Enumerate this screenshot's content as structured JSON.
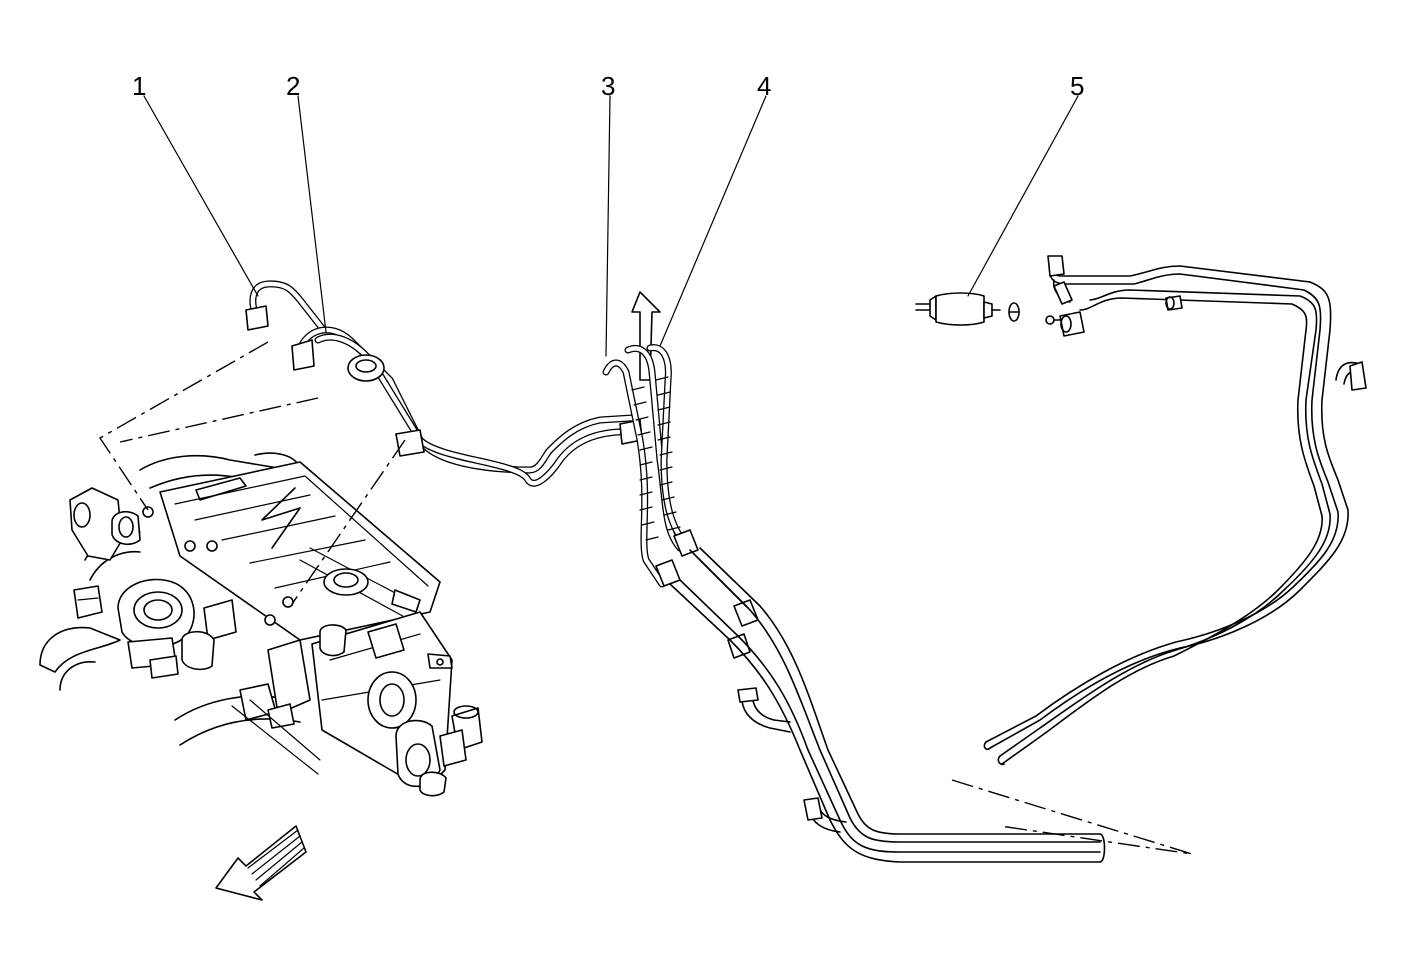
{
  "callouts": [
    {
      "id": "1",
      "label": "1"
    },
    {
      "id": "2",
      "label": "2"
    },
    {
      "id": "3",
      "label": "3"
    },
    {
      "id": "4",
      "label": "4"
    },
    {
      "id": "5",
      "label": "5"
    }
  ],
  "icons": {
    "front_direction": "front-direction-arrow-icon"
  },
  "colors": {
    "ink": "#000000",
    "paper": "#ffffff"
  }
}
